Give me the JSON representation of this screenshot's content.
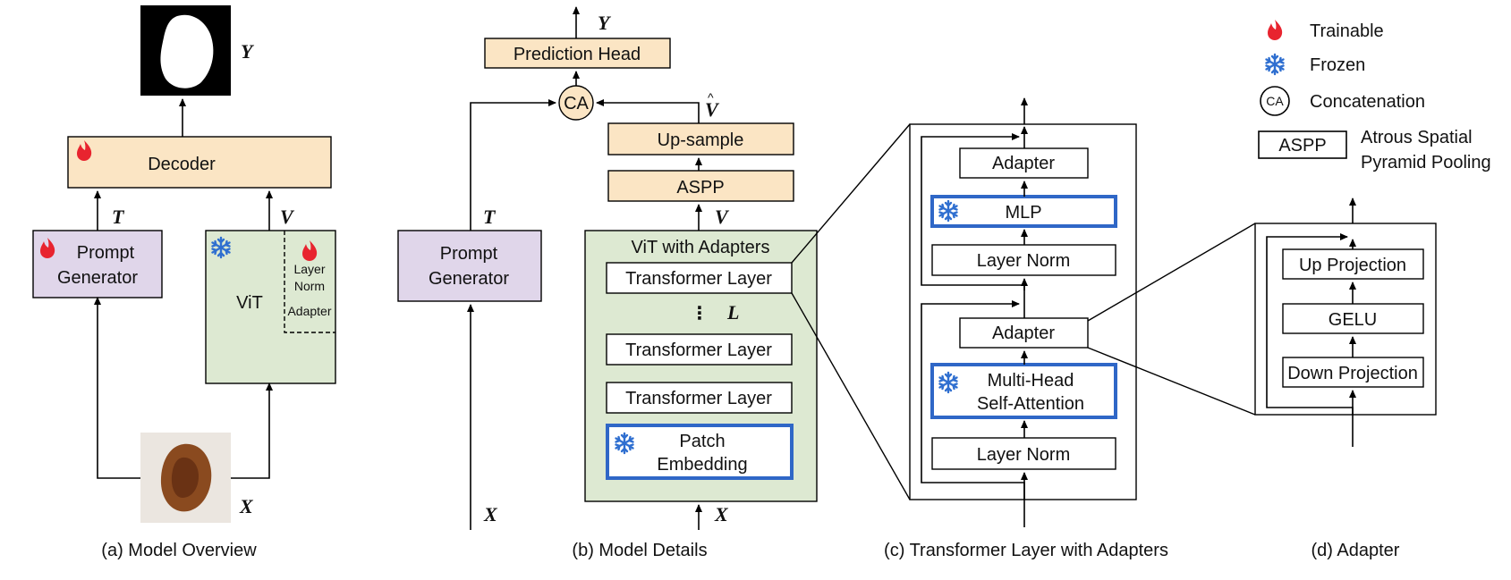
{
  "legend": {
    "trainable": "Trainable",
    "frozen": "Frozen",
    "concat_symbol": "CA",
    "concatenation": "Concatenation",
    "aspp_symbol": "ASPP",
    "aspp_line1": "Atrous Spatial",
    "aspp_line2": "Pyramid Pooling"
  },
  "panel_a": {
    "caption": "(a) Model Overview",
    "decoder": "Decoder",
    "prompt_line1": "Prompt",
    "prompt_line2": "Generator",
    "vit": "ViT",
    "layer_norm_line1": "Layer",
    "layer_norm_line2": "Norm",
    "adapter": "Adapter",
    "y": "Y",
    "t": "T",
    "v": "V",
    "x": "X"
  },
  "panel_b": {
    "caption": "(b) Model Details",
    "prediction_head": "Prediction Head",
    "ca": "CA",
    "upsample": "Up-sample",
    "aspp": "ASPP",
    "vit_with_adapters": "ViT with Adapters",
    "transformer_layer_1": "Transformer Layer",
    "transformer_layer_2": "Transformer Layer",
    "transformer_layer_3": "Transformer Layer",
    "dots": "⋮",
    "l": "L",
    "patch_line1": "Patch",
    "patch_line2": "Embedding",
    "prompt_line1": "Prompt",
    "prompt_line2": "Generator",
    "y": "Y",
    "v_hat": "V",
    "hat": "^",
    "v": "V",
    "t": "T",
    "x_left": "X",
    "x_right": "X"
  },
  "panel_c": {
    "caption": "(c) Transformer Layer with Adapters",
    "adapter_top": "Adapter",
    "mlp": "MLP",
    "layer_norm_top": "Layer Norm",
    "adapter_mid": "Adapter",
    "mhsa_line1": "Multi-Head",
    "mhsa_line2": "Self-Attention",
    "layer_norm_bottom": "Layer Norm"
  },
  "panel_d": {
    "caption": "(d) Adapter",
    "up_projection": "Up Projection",
    "gelu": "GELU",
    "down_projection": "Down Projection"
  },
  "colors": {
    "decoder_fill": "#fbe5c4",
    "prompt_fill": "#e0d6ea",
    "vit_fill": "#dde9d2",
    "frozen_blue": "#2f67c7",
    "flame_red": "#e8242f",
    "snowflake_blue": "#2f6fd0"
  }
}
